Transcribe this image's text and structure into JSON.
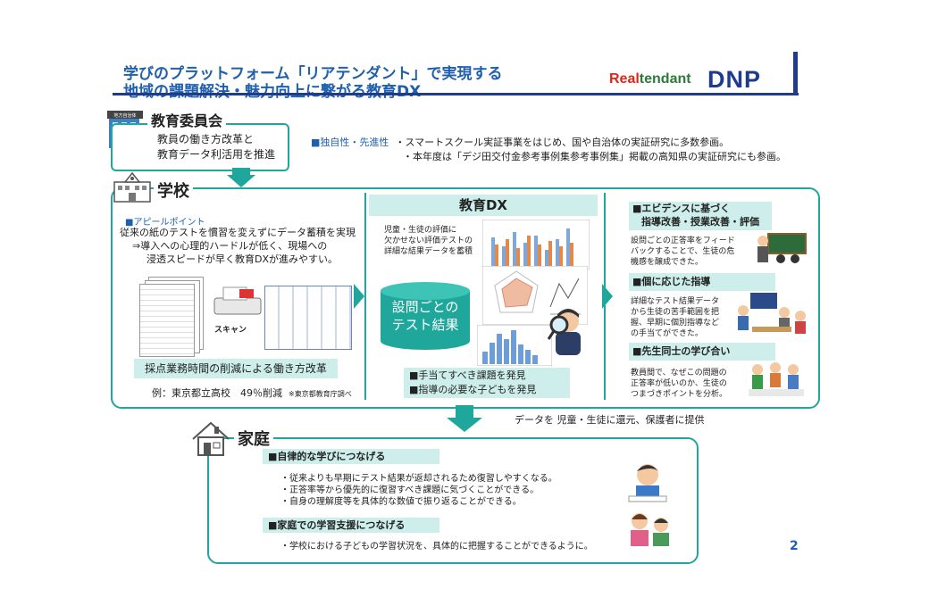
{
  "header": {
    "title_line1": "学びのプラットフォーム「リアテンダント」で実現する",
    "title_line2": "地域の課題解決・魅力向上に繋がる教育DX",
    "logo_realtendant_a": "Real",
    "logo_realtendant_b": "tendant",
    "logo_dnp": "DNP"
  },
  "board": {
    "badge": "地方自治体",
    "title": "教育委員会",
    "line1": "教員の働き方改革と",
    "line2": "教育データ利活用を推進"
  },
  "feature": {
    "label": "■独自性・先進性",
    "line1": "・スマートスクール実証事業をはじめ、国や自治体の実証研究に多数参画。",
    "line2": "・本年度は「デジ田交付金参考事例集参考事例集」掲載の高知県の実証研究にも参画。"
  },
  "school": {
    "title": "学校",
    "appeal_heading": "■アピールポイント",
    "appeal_line1": "従来の紙のテストを慣習を変えずにデータ蓄積を実現",
    "appeal_line2": "⇒導入への心理的ハードルが低く、現場への",
    "appeal_line3": "浸透スピードが早く教育DXが進みやすい。",
    "scan_label": "スキャン",
    "reduction_band": "採点業務時間の削減による働き方改革",
    "example": "例：東京都立高校　49％削減",
    "example_note": "※東京都教育庁調べ"
  },
  "dx": {
    "title": "教育DX",
    "desc_line1": "児童・生徒の評価に",
    "desc_line2": "欠かせない評価テストの",
    "desc_line3": "詳細な結果データを蓄積",
    "db_line1": "設問ごとの",
    "db_line2": "テスト結果",
    "find_line1": "■手当てすべき課題を発見",
    "find_line2": "■指導の必要な子どもを発見"
  },
  "right": {
    "h1_line1": "■エビデンスに基づく",
    "h1_line2": "指導改善・授業改善・評価",
    "t1_line1": "設問ごとの正答率をフィード",
    "t1_line2": "バックすることで、生徒の危",
    "t1_line3": "機感を醸成できた。",
    "h2": "■個に応じた指導",
    "t2_line1": "詳細なテスト結果データ",
    "t2_line2": "から生徒の苦手範囲を把",
    "t2_line3": "握、早期に個別指導など",
    "t2_line4": "の手当てができた。",
    "h3": "■先生同士の学び合い",
    "t3_line1": "教員間で、なぜこの問題の",
    "t3_line2": "正答率が低いのか、生徒の",
    "t3_line3": "つまづきポイントを分析。"
  },
  "return_note": "データを 児童・生徒に還元、保護者に提供",
  "home": {
    "title": "家庭",
    "h1": "■自律的な学びにつなげる",
    "l1": "・従来よりも早期にテスト結果が返却されるため復習しやすくなる。",
    "l2": "・正答率等から優先的に復習すべき課題に気づくことができる。",
    "l3": "・自身の理解度等を具体的な数値で振り返ることができる。",
    "h2": "■家庭での学習支援につなげる",
    "l4": "・学校における子どもの学習状況を、具体的に把握することができるように。"
  },
  "page_number": "2",
  "colors": {
    "teal": "#1ea79a",
    "teal_light": "#cdeeea",
    "navy": "#1f3c8c",
    "title_blue": "#1f5fae"
  }
}
